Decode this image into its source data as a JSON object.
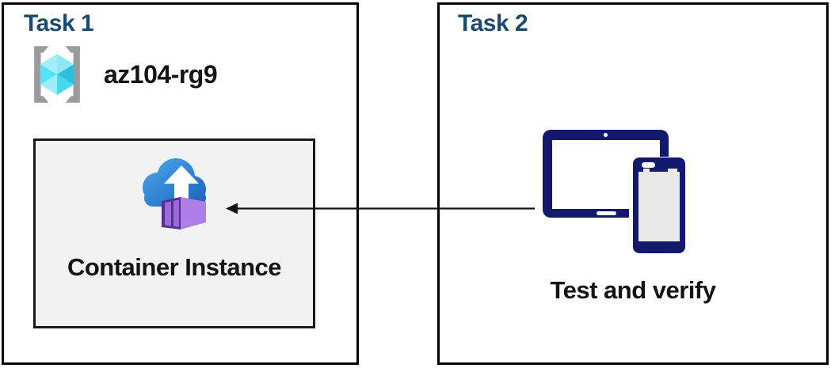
{
  "task1": {
    "title": "Task 1",
    "resource_group": "az104-rg9",
    "container_instance_label": "Container Instance",
    "icons": [
      "resource-group-icon",
      "container-instances-icon"
    ]
  },
  "task2": {
    "title": "Task 2",
    "caption": "Test and verify",
    "icons": [
      "devices-icon"
    ]
  },
  "arrow": {
    "from": "devices-icon",
    "to": "container-instances-icon",
    "direction": "right-to-left"
  },
  "colors": {
    "title-blue": "#1A4971",
    "ink": "#141414",
    "ci-box-bg": "#F2F2F2",
    "navy": "#131A6E",
    "phone-screen": "#E8E8E8",
    "bracket-gray": "#9B9B9B",
    "cloud-light": "#47A0E9",
    "cloud-dark": "#1A66BC",
    "purple-front": "#553093",
    "purple-panel": "#9A6ADB",
    "purple-top": "#9C67DE",
    "purple-side": "#AE7EE9",
    "cube-nw": "#A7ECFB",
    "cube-ne": "#8FE7F8",
    "cube-w": "#55E3FA",
    "cube-e": "#2FBFDE",
    "cube-sw": "#9EEDFB",
    "cube-se": "#49D6F0"
  }
}
